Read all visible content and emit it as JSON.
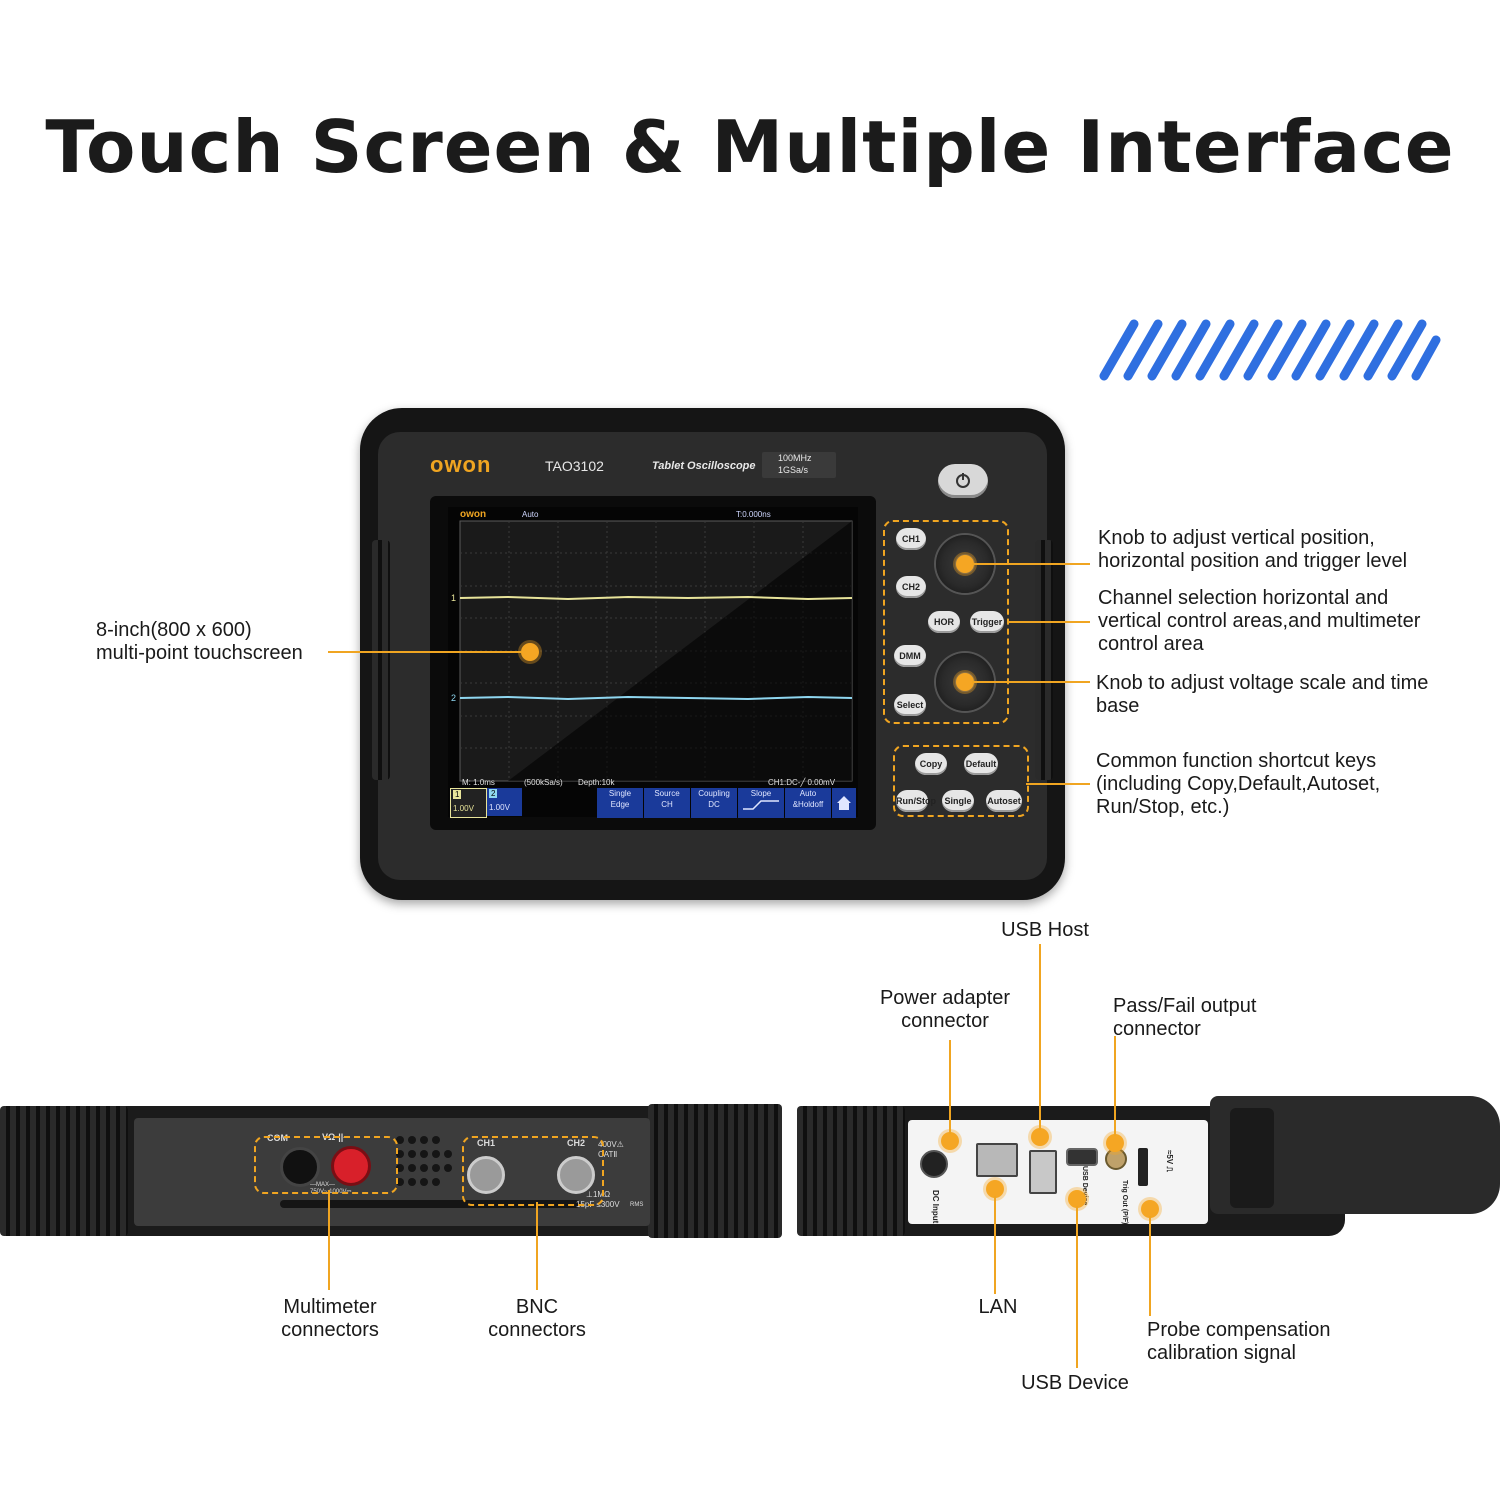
{
  "headline": "Touch Screen & Multiple Interface",
  "colors": {
    "accent": "#f0a521",
    "stripes": "#2f6fe0",
    "body": "#1e1e1e",
    "softkey": "#1a3a9a"
  },
  "device": {
    "brand": "owon",
    "model": "TAO3102",
    "type": "Tablet Oscilloscope",
    "spec_bandwidth": "100MHz",
    "spec_sample": "1GSa/s",
    "power_icon": "power-icon"
  },
  "screen": {
    "brand": "owon",
    "mode": "Auto",
    "trigger_time": "T:0.000ns",
    "timebase": "M: 1.0ms",
    "sample_rate": "(500kSa/s)",
    "depth": "Depth:10k",
    "trigger_readout": "CH1:DC-╱ 0.00mV",
    "channels": [
      {
        "num": "1",
        "scale": "1.00V"
      },
      {
        "num": "2",
        "scale": "1.00V"
      }
    ],
    "softkeys": [
      {
        "label": "Single",
        "value": "Edge"
      },
      {
        "label": "Source",
        "value": "CH"
      },
      {
        "label": "Coupling",
        "value": "DC"
      },
      {
        "label": "Slope",
        "value": ""
      },
      {
        "label": "Auto",
        "value": "&Holdoff"
      }
    ]
  },
  "panel_buttons": {
    "ch1": "CH1",
    "ch2": "CH2",
    "hor": "HOR",
    "trigger": "Trigger",
    "dmm": "DMM",
    "select": "Select",
    "copy": "Copy",
    "default": "Default",
    "runstop": "Run/Stop",
    "single": "Single",
    "autoset": "Autoset"
  },
  "callouts": {
    "touchscreen": [
      "8-inch(800 x 600)",
      "multi-point touchscreen"
    ],
    "knob_position": [
      "Knob to adjust vertical position,",
      "horizontal position and trigger level"
    ],
    "channel_selection": [
      "Channel selection horizontal and",
      "vertical control areas,and multimeter",
      "control area"
    ],
    "knob_scale": [
      "Knob to adjust voltage scale and time",
      "base"
    ],
    "shortcut_keys": [
      "Common function shortcut keys",
      "(including Copy,Default,Autoset,",
      "Run/Stop, etc.)"
    ],
    "usb_host": [
      "USB Host"
    ],
    "power_adapter": [
      "Power adapter",
      "connector"
    ],
    "pass_fail": [
      "Pass/Fail output",
      "connector"
    ],
    "multimeter": [
      "Multimeter",
      "connectors"
    ],
    "bnc": [
      "BNC",
      "connectors"
    ],
    "lan": [
      "LAN"
    ],
    "usb_device": [
      "USB Device"
    ],
    "probe_comp": [
      "Probe compensation",
      "calibration signal"
    ]
  },
  "left_side_panel": {
    "com": "COM",
    "vohm": "VΩ-||-",
    "max_rating": "—MAX— 750V~ 1000V⎓",
    "ch1": "CH1",
    "ch2": "CH2",
    "cat_rating": "400V⚠ CATⅡ",
    "impedance": "⊥1MΩ",
    "input_cap": "15pF ≤300V",
    "rms": "RMS"
  },
  "right_side_panel": {
    "dc_input": "DC Input",
    "usb_device": "USB Device",
    "trig_out": "Trig Out (P/F)",
    "probe_comp": "≈5V ⎍"
  }
}
